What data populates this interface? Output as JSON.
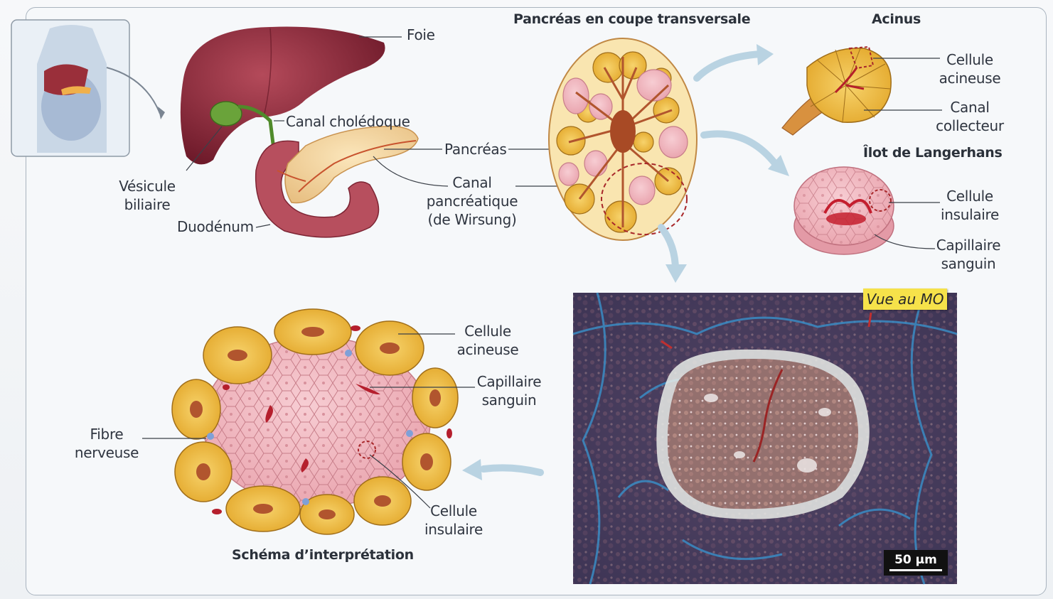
{
  "headings": {
    "pancreas_section": "Pancréas en coupe transversale",
    "acinus": "Acinus",
    "langerhans": "Îlot de Langerhans",
    "schema": "Schéma d’interprétation"
  },
  "anatomy_labels": {
    "foie": "Foie",
    "canal_choledoque": "Canal cholédoque",
    "pancreas": "Pancréas",
    "canal_pancreatique_1": "Canal",
    "canal_pancreatique_2": "pancréatique",
    "canal_pancreatique_3": "(de Wirsung)",
    "vesicule_1": "Vésicule",
    "vesicule_2": "biliaire",
    "duodenum": "Duodénum"
  },
  "acinus_labels": {
    "cellule_acineuse_1": "Cellule",
    "cellule_acineuse_2": "acineuse",
    "canal_collecteur_1": "Canal",
    "canal_collecteur_2": "collecteur"
  },
  "langerhans_labels": {
    "cellule_insulaire_1": "Cellule",
    "cellule_insulaire_2": "insulaire",
    "capillaire_1": "Capillaire",
    "capillaire_2": "sanguin"
  },
  "schema_labels": {
    "cellule_acineuse_1": "Cellule",
    "cellule_acineuse_2": "acineuse",
    "capillaire_1": "Capillaire",
    "capillaire_2": "sanguin",
    "fibre_1": "Fibre",
    "fibre_2": "nerveuse",
    "cellule_insulaire_1": "Cellule",
    "cellule_insulaire_2": "insulaire"
  },
  "micrograph": {
    "tag": "Vue au MO",
    "scale": "50 µm"
  },
  "colors": {
    "liver": "#8e2a3a",
    "acinus_yellow": "#f2c13b",
    "islet_pink": "#f0b8c0",
    "arrow_blue": "#b9d3e2",
    "tag_yellow": "#f6e24a"
  }
}
